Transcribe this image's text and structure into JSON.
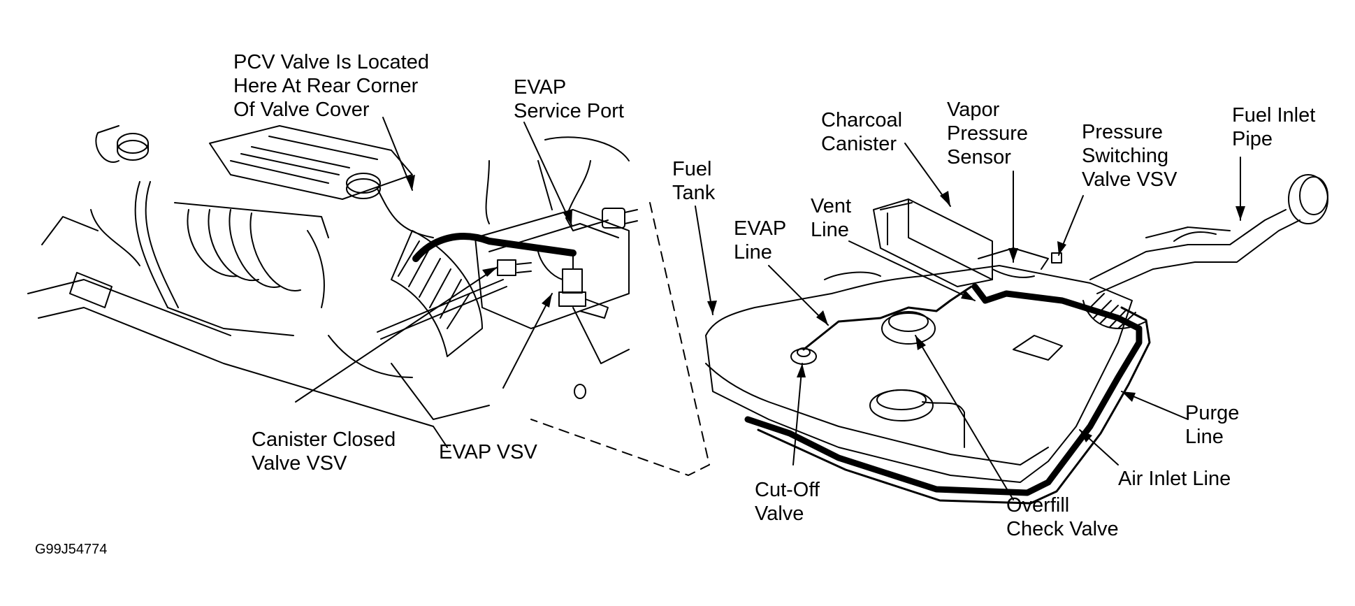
{
  "figure_code": "G99J54774",
  "labels": {
    "pcv_valve": "PCV Valve Is Located\nHere At Rear Corner\nOf Valve Cover",
    "evap_service_port": "EVAP\nService Port",
    "canister_closed_valve": "Canister Closed\nValve VSV",
    "evap_vsv": "EVAP VSV",
    "fuel_tank": "Fuel\nTank",
    "evap_line": "EVAP\nLine",
    "vent_line": "Vent\nLine",
    "charcoal_canister": "Charcoal\nCanister",
    "vapor_pressure_sensor": "Vapor\nPressure\nSensor",
    "pressure_switching_valve": "Pressure\nSwitching\nValve VSV",
    "fuel_inlet_pipe": "Fuel Inlet\nPipe",
    "purge_line": "Purge\nLine",
    "air_inlet_line": "Air Inlet Line",
    "cut_off_valve": "Cut-Off\nValve",
    "overfill_check_valve": "Overfill\nCheck Valve"
  },
  "colors": {
    "ink": "#000000",
    "paper": "#ffffff"
  }
}
